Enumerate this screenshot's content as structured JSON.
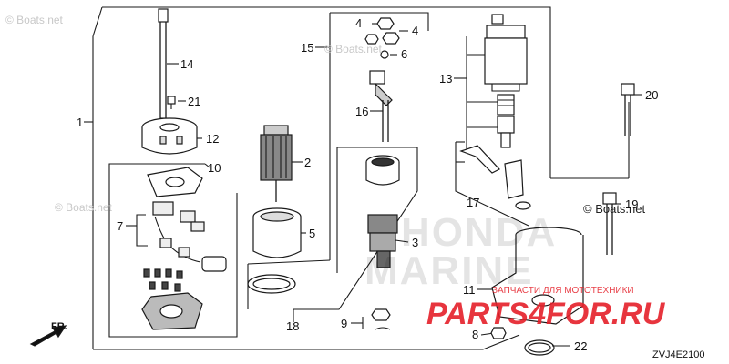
{
  "watermarks": {
    "boats_top_left": "© Boats.net",
    "boats_top_mid": "© Boats.net",
    "boats_right": "© Boats.net",
    "boats_mid_left": "© Boats.net",
    "brand_line1": "HONDA",
    "brand_line2": "MARINE",
    "parts_tagline": "ЗАПЧАСТИ ДЛЯ МОТОТЕХНИКИ",
    "parts_site": "PARTS4FOR.RU"
  },
  "diagram_code": "ZVJ4E2100",
  "front_arrow_label": "FR.",
  "callouts": [
    {
      "id": "1",
      "label": "1"
    },
    {
      "id": "2",
      "label": "2"
    },
    {
      "id": "3",
      "label": "3"
    },
    {
      "id": "4a",
      "label": "4"
    },
    {
      "id": "4b",
      "label": "4"
    },
    {
      "id": "5",
      "label": "5"
    },
    {
      "id": "6",
      "label": "6"
    },
    {
      "id": "7",
      "label": "7"
    },
    {
      "id": "8",
      "label": "8"
    },
    {
      "id": "9",
      "label": "9"
    },
    {
      "id": "10",
      "label": "10"
    },
    {
      "id": "11",
      "label": "11"
    },
    {
      "id": "12",
      "label": "12"
    },
    {
      "id": "13",
      "label": "13"
    },
    {
      "id": "14",
      "label": "14"
    },
    {
      "id": "15",
      "label": "15"
    },
    {
      "id": "16",
      "label": "16"
    },
    {
      "id": "17",
      "label": "17"
    },
    {
      "id": "18",
      "label": "18"
    },
    {
      "id": "19",
      "label": "19"
    },
    {
      "id": "20",
      "label": "20"
    },
    {
      "id": "21",
      "label": "21"
    },
    {
      "id": "22",
      "label": "22"
    }
  ],
  "colors": {
    "line": "#1a1a1a",
    "watermark_gray": "#c8c8c8",
    "watermark_red": "#e5202a"
  }
}
